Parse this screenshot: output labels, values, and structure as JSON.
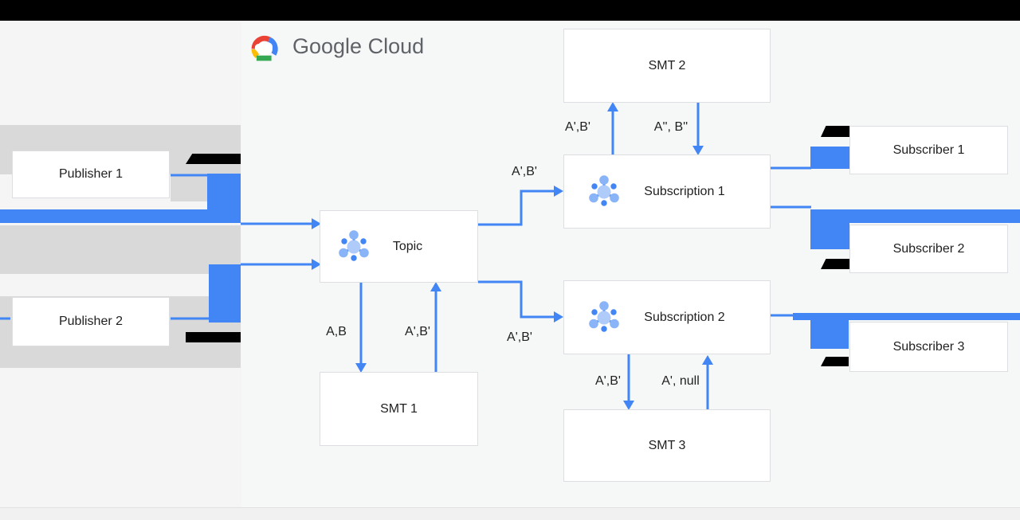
{
  "logo": {
    "text": "Google Cloud"
  },
  "nodes": {
    "publisher1": "Publisher 1",
    "publisher2": "Publisher 2",
    "topic": "Topic",
    "smt1": "SMT 1",
    "smt2": "SMT 2",
    "smt3": "SMT 3",
    "subscription1": "Subscription 1",
    "subscription2": "Subscription 2",
    "subscriber1": "Subscriber 1",
    "subscriber2": "Subscriber 2",
    "subscriber3": "Subscriber 3"
  },
  "edge_labels": {
    "topic_to_smt1": "A,B",
    "smt1_to_topic": "A',B'",
    "topic_to_subscription1": "A',B'",
    "topic_to_subscription2": "A',B'",
    "subscription1_to_smt2": "A',B'",
    "smt2_to_subscription1": "A'', B''",
    "subscription2_to_smt3": "A',B'",
    "smt3_to_subscription2": "A', null"
  },
  "icons": {
    "logo_icon": "google-cloud-logo-icon",
    "topic_icon": "pubsub-topic-icon",
    "subscription_icon": "pubsub-subscription-icon"
  },
  "colors": {
    "accent_blue": "#4285f4",
    "pubsub_icon_light": "#aecbfa",
    "pubsub_icon_mid": "#8ab4f8",
    "gray_band": "#d9d9d9",
    "google_red": "#ea4335",
    "google_yellow": "#fbbc05",
    "google_green": "#34a853",
    "logo_text_gray": "#5f6368"
  }
}
